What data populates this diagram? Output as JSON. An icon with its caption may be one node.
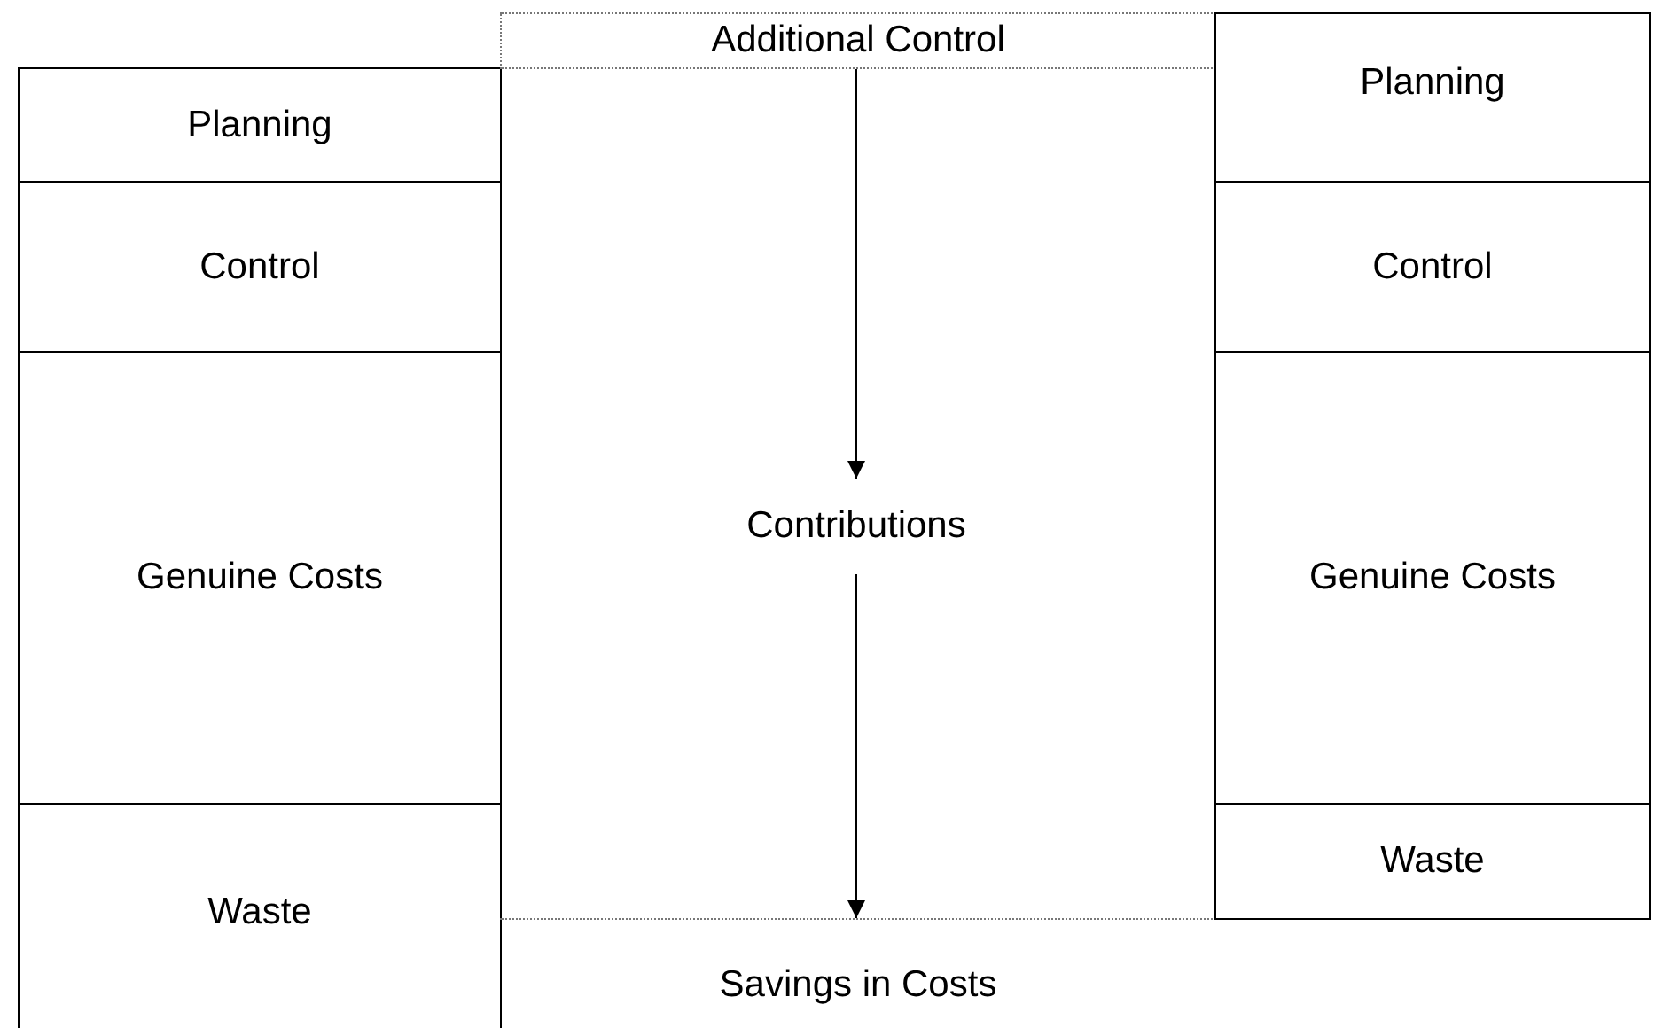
{
  "diagram": {
    "nodes": [
      {
        "text": [
          "Planning"
        ]
      },
      {
        "text": [
          "Control"
        ]
      },
      {
        "text": [
          "Genuine Costs"
        ]
      },
      {
        "text": [
          "Waste"
        ]
      },
      {
        "text": [
          "Additional Control"
        ]
      },
      {
        "text": [
          "Contributions"
        ]
      },
      {
        "text": [
          "Savings in Costs"
        ]
      },
      {
        "text": [
          "Planning"
        ]
      },
      {
        "text": [
          "Control"
        ]
      },
      {
        "text": [
          "Genuine Costs"
        ]
      },
      {
        "text": [
          "Waste"
        ]
      }
    ],
    "edges": [
      {
        "from": 4,
        "to": 5,
        "arrow": "to"
      },
      {
        "from": 5,
        "to": 6,
        "arrow": "to"
      }
    ]
  }
}
